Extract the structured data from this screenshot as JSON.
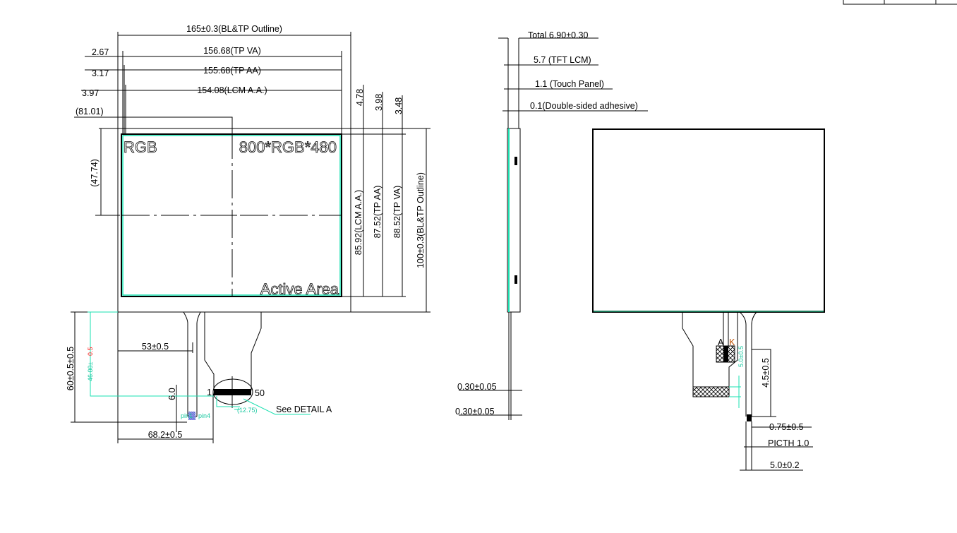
{
  "front_view": {
    "width_outline": "165±0.3(BL&TP Outline)",
    "tp_va_offset": "2.67",
    "tp_va_width": "156.68(TP VA)",
    "tp_aa_offset": "3.17",
    "tp_aa_width": "155.68(TP AA)",
    "lcm_aa_offset": "3.97",
    "lcm_aa_width": "154.08(LCM A.A.)",
    "center_x": "(81.01)",
    "center_y": "(47.74)",
    "top_offset_1": "4.78",
    "top_offset_2": "3.98",
    "top_offset_3": "3.48",
    "lcm_aa_height": "85.92(LCM A.A.)",
    "tp_aa_height": "87.52(TP AA)",
    "tp_va_height": "88.52(TP VA)",
    "height_outline": "100±0.3(BL&TP Outline)",
    "label_rgb": "RGB",
    "label_resolution": "800*RGB*480",
    "label_active_area": "Active Area",
    "fpc_total_length": "60±0.5±0.5",
    "fpc_connector_length": "46.00±",
    "fpc_connector_tol": "0.5",
    "fpc_offset_53": "53±0.5",
    "fpc_offset_68": "68.2±0.5",
    "tail_len": "6.0",
    "pin_left": "pin1",
    "pin_right": "pin4",
    "connector_pin_first": "1",
    "connector_pin_last": "50",
    "connector_offset": "(12.75)",
    "detail_note": "See DETAIL A"
  },
  "side_view": {
    "total": "Total 6.90±0.30",
    "tft_lcm": "5.7 (TFT LCM)",
    "touch_panel": "1.1 (Touch Panel)",
    "adhesive": "0.1(Double-sided adhesive)",
    "tail_thickness_1": "0.30±0.05",
    "tail_thickness_2": "0.30±0.05"
  },
  "rear_view": {
    "led_a": "A",
    "led_k": "K",
    "stiffener": "5.0±0.5",
    "tail_len": "4.5±0.5",
    "gold_finger": "0.75±0.5",
    "pitch": "PICTH 1.0",
    "tail_width": "5.0±0.2"
  },
  "colors": {
    "line": "#000000",
    "cyan": "#19e0b0",
    "tolerance_red": "#ff2020"
  }
}
